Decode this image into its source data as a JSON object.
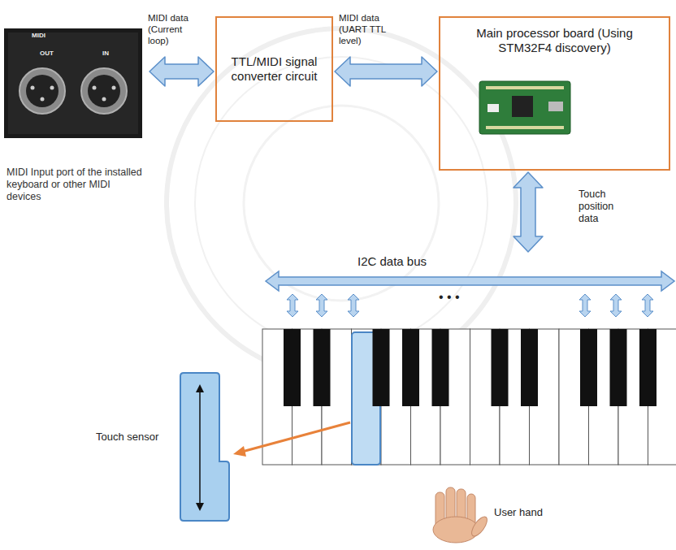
{
  "diagram": {
    "nodes": [
      {
        "text": [
          "MIDI",
          "OUT",
          "IN",
          "MIDI Input port of the installed keyboard or other MIDI devices"
        ]
      },
      {
        "text": [
          "TTL/MIDI signal converter circuit"
        ]
      },
      {
        "text": [
          "Main processor board (Using STM32F4 discovery)"
        ]
      },
      {
        "text": [
          "I2C data bus"
        ]
      },
      {
        "text": [
          "Touch sensor"
        ]
      }
    ],
    "edges": [
      {
        "from": 0,
        "to": 1,
        "arrow": "both",
        "label": "MIDI data (Current loop)"
      },
      {
        "from": 1,
        "to": 2,
        "arrow": "both",
        "label": "MIDI data (UART TTL level)"
      },
      {
        "from": 2,
        "to": 3,
        "arrow": "both",
        "label": "Touch position data"
      }
    ],
    "labels": [
      "• • •",
      "User hand"
    ]
  }
}
